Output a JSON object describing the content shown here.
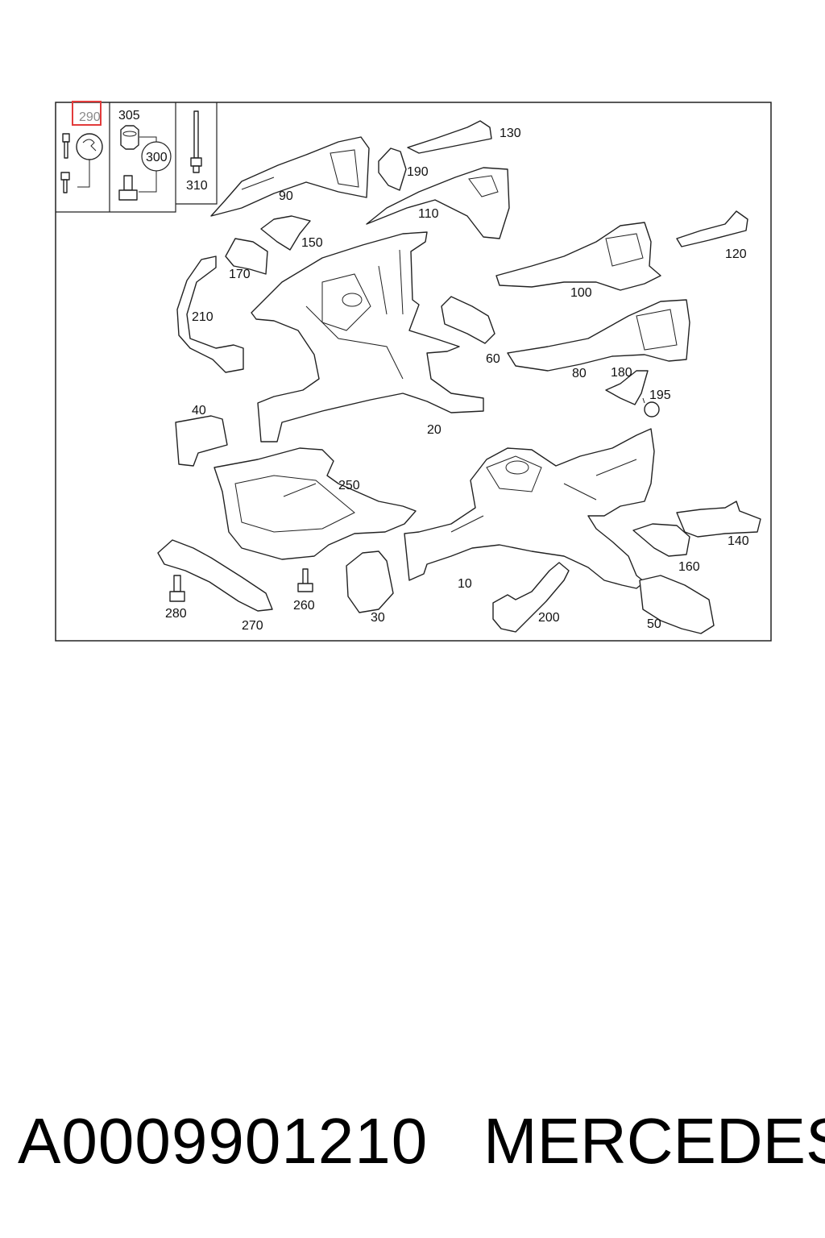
{
  "diagram": {
    "callouts": {
      "c290": "290",
      "c305": "305",
      "c300": "300",
      "c310": "310",
      "c90": "90",
      "c190": "190",
      "c130": "130",
      "c110": "110",
      "c150": "150",
      "c170": "170",
      "c210": "210",
      "c100": "100",
      "c120": "120",
      "c60": "60",
      "c80": "80",
      "c180": "180",
      "c195": "195",
      "c20": "20",
      "c40": "40",
      "c250": "250",
      "c140": "140",
      "c160": "160",
      "c10": "10",
      "c280": "280",
      "c270": "270",
      "c260": "260",
      "c30": "30",
      "c200": "200",
      "c50": "50"
    },
    "highlighted_callout": "290",
    "highlight_color": "#e23b3b"
  },
  "caption": {
    "part_number": "A0009901210",
    "brand": "MERCEDES"
  }
}
